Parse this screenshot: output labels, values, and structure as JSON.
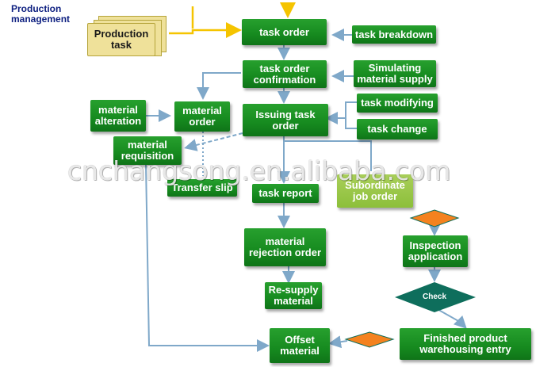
{
  "title": "Production\nmanagement",
  "nodes": {
    "production_task": "Production\ntask",
    "task_order": "task order",
    "task_breakdown": "task breakdown",
    "task_order_confirmation": "task order\nconfirmation",
    "simulating_material_supply": "Simulating\nmaterial supply",
    "material_alteration": "material\nalteration",
    "material_order": "material\norder",
    "issuing_task_order": "Issuing task\norder",
    "task_modifying": "task modifying",
    "task_change": "task change",
    "material_requisition": "material\nrequisition",
    "transfer_slip": "Transfer slip",
    "task_report": "task report",
    "subordinate_job_order": "Subordinate\njob order",
    "material_rejection_order": "material\nrejection order",
    "inspection_application": "Inspection\napplication",
    "re_supply_material": "Re-supply\nmaterial",
    "check": "Check",
    "offset_material": "Offset\nmaterial",
    "finished_product_warehousing_entry": "Finished product\nwarehousing entry"
  },
  "watermark": "cnchangsong.en.alibaba.com",
  "colors": {
    "box_green": "#168a1f",
    "box_light_green": "#8cbf3a",
    "task_paper": "#efe19a",
    "arrow_blue": "#7fa8c9",
    "arrow_yellow": "#f5c400",
    "diamond_orange": "#f4821f",
    "diamond_teal": "#0e6e5c",
    "title_blue": "#0d1f80"
  }
}
